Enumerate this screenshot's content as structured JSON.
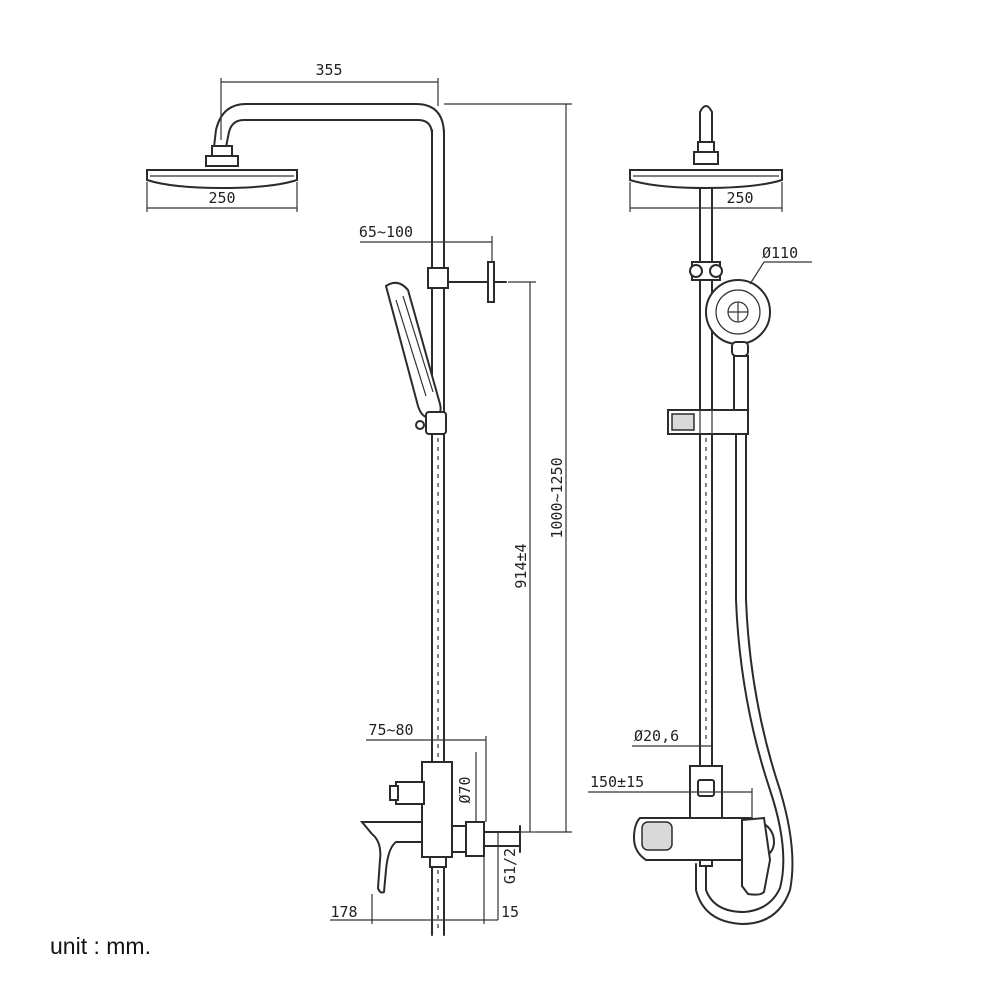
{
  "dimensions": {
    "arm_length": "355",
    "head_width_front": "250",
    "head_width_side": "250",
    "slider_offset": "65~100",
    "slide_height": "914±4",
    "total_height": "1000~1250",
    "hand_shower_diameter": "Ø110",
    "riser_diameter": "Ø20,6",
    "mixer_spacing": "75~80",
    "inlet_diameter": "Ø70",
    "inlet_thread": "G1/2",
    "centers": "150±15",
    "lever_length": "178",
    "wall_offset": "15"
  },
  "unit_note": "unit : mm."
}
